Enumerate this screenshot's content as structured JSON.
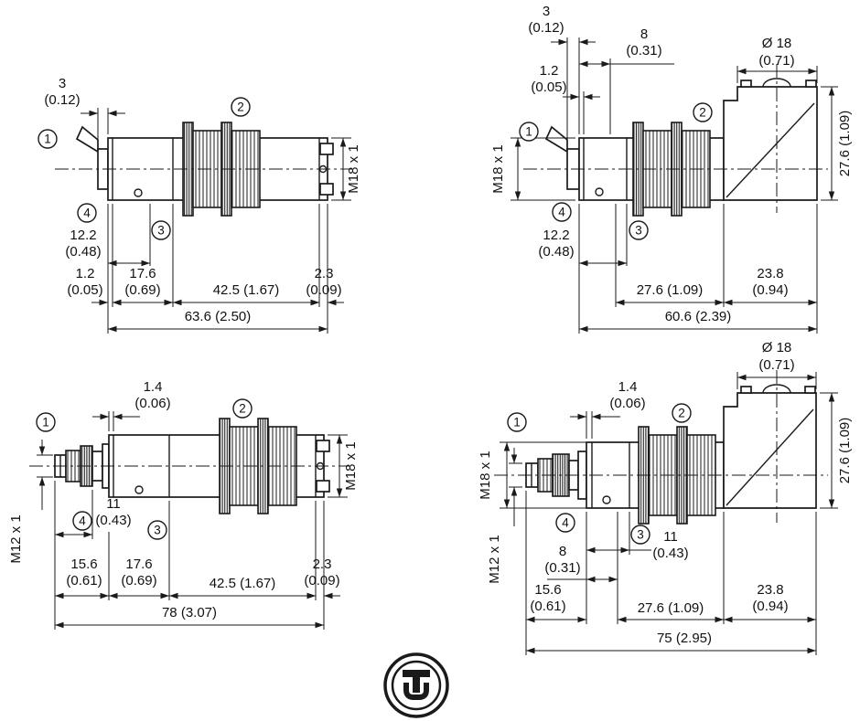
{
  "page": {
    "ink": "#1a1a1a",
    "background": "#ffffff"
  },
  "callouts": {
    "c1": "1",
    "c2": "2",
    "c3": "3",
    "c4": "4"
  },
  "drawings": {
    "top_left": {
      "dim_3": "3",
      "dim_3_in": "(0.12)",
      "dim_12_2": "12.2",
      "dim_12_2_in": "(0.48)",
      "dim_1_2": "1.2",
      "dim_1_2_in": "(0.05)",
      "dim_17_6": "17.6",
      "dim_17_6_in": "(0.69)",
      "dim_42_5": "42.5 (1.67)",
      "dim_2_3": "2.3",
      "dim_2_3_in": "(0.09)",
      "dim_total": "63.6 (2.50)",
      "thread": "M18 x 1"
    },
    "top_right": {
      "dim_3": "3",
      "dim_3_in": "(0.12)",
      "dim_8": "8",
      "dim_8_in": "(0.31)",
      "dim_1_2": "1.2",
      "dim_1_2_in": "(0.05)",
      "dim_dia": "Ø 18",
      "dim_dia_in": "(0.71)",
      "dim_height": "27.6 (1.09)",
      "thread": "M18 x 1",
      "dim_12_2": "12.2",
      "dim_12_2_in": "(0.48)",
      "dim_27_6": "27.6 (1.09)",
      "dim_23_8": "23.8",
      "dim_23_8_in": "(0.94)",
      "dim_total": "60.6 (2.39)"
    },
    "bottom_left": {
      "dim_1_4": "1.4",
      "dim_1_4_in": "(0.06)",
      "thread_connector": "M12 x 1",
      "dim_11": "11",
      "dim_11_in": "(0.43)",
      "dim_15_6": "15.6",
      "dim_15_6_in": "(0.61)",
      "dim_17_6": "17.6",
      "dim_17_6_in": "(0.69)",
      "dim_42_5": "42.5 (1.67)",
      "dim_2_3": "2.3",
      "dim_2_3_in": "(0.09)",
      "dim_total": "78 (3.07)",
      "thread": "M18 x 1"
    },
    "bottom_right": {
      "dim_1_4": "1.4",
      "dim_1_4_in": "(0.06)",
      "dim_dia": "Ø 18",
      "dim_dia_in": "(0.71)",
      "dim_height": "27.6 (1.09)",
      "thread": "M18 x 1",
      "thread_connector": "M12 x 1",
      "dim_11": "11",
      "dim_11_in": "(0.43)",
      "dim_8": "8",
      "dim_8_in": "(0.31)",
      "dim_15_6": "15.6",
      "dim_15_6_in": "(0.61)",
      "dim_27_6": "27.6 (1.09)",
      "dim_23_8": "23.8",
      "dim_23_8_in": "(0.94)",
      "dim_total": "75 (2.95)"
    }
  }
}
